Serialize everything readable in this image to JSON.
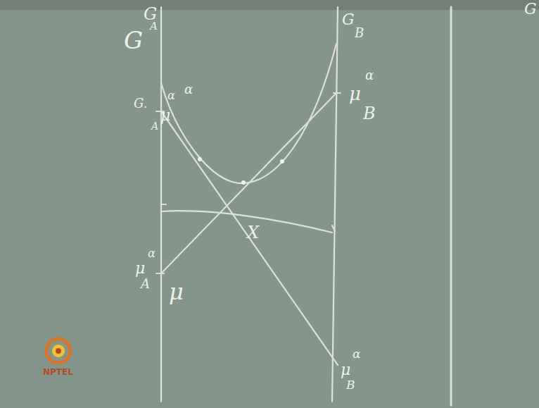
{
  "diagram": {
    "labels": [
      "G",
      "G",
      "A",
      "G",
      "B",
      "G.",
      "μ",
      "α",
      "A",
      "α",
      "μ",
      "α",
      "B",
      "X",
      "μ",
      "α",
      "A",
      "μ",
      "μ",
      "α",
      "B",
      "G",
      "NPTEL"
    ]
  }
}
